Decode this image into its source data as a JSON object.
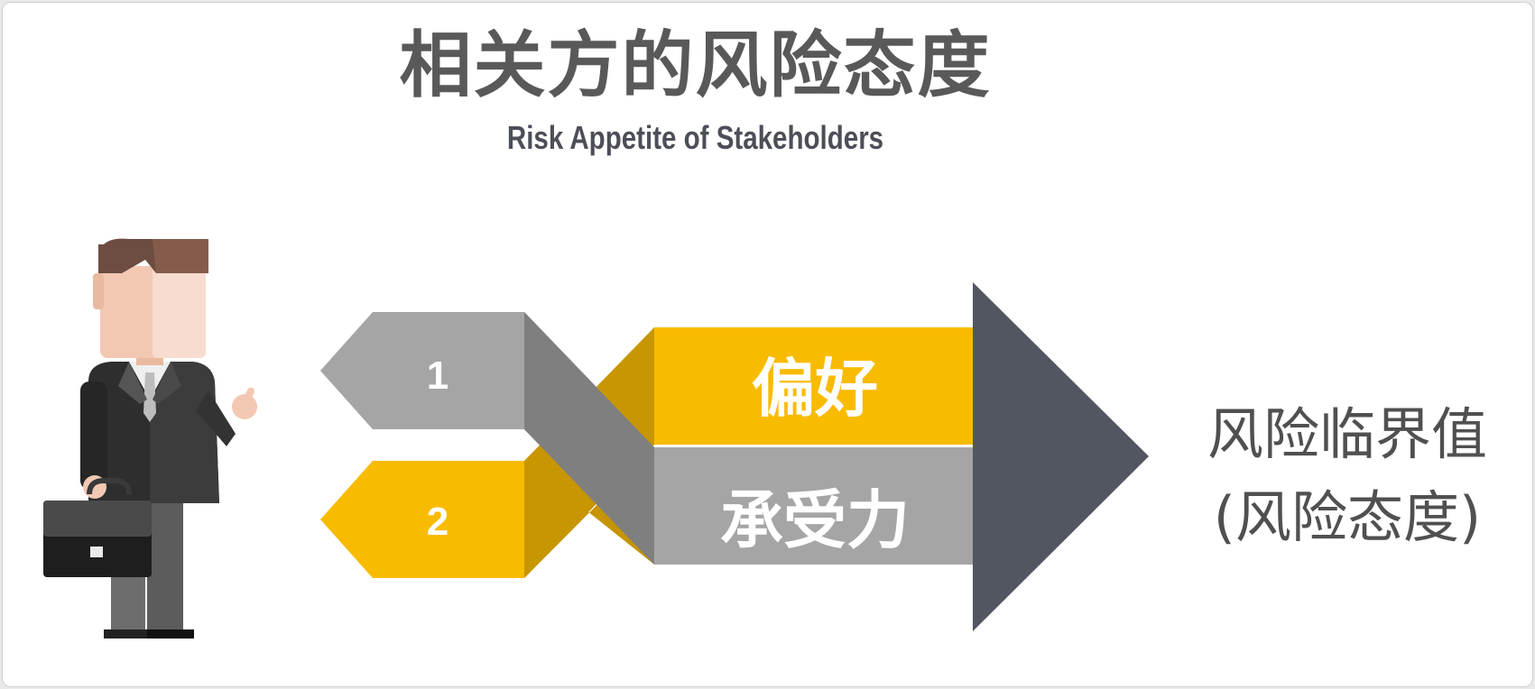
{
  "title": "相关方的风险态度",
  "subtitle": "Risk Appetite of Stakeholders",
  "arrow_labels": {
    "item1": "1",
    "item2": "2",
    "preference": "偏好",
    "tolerance": "承受力"
  },
  "result": {
    "line1": "风险临界值",
    "line2": "(风险态度)"
  },
  "colors": {
    "yellow": "#f9bb00",
    "gray": "#a5a5a5",
    "dark": "#525660",
    "title": "#595959"
  },
  "icons": [
    "businessman-with-briefcase-icon"
  ]
}
